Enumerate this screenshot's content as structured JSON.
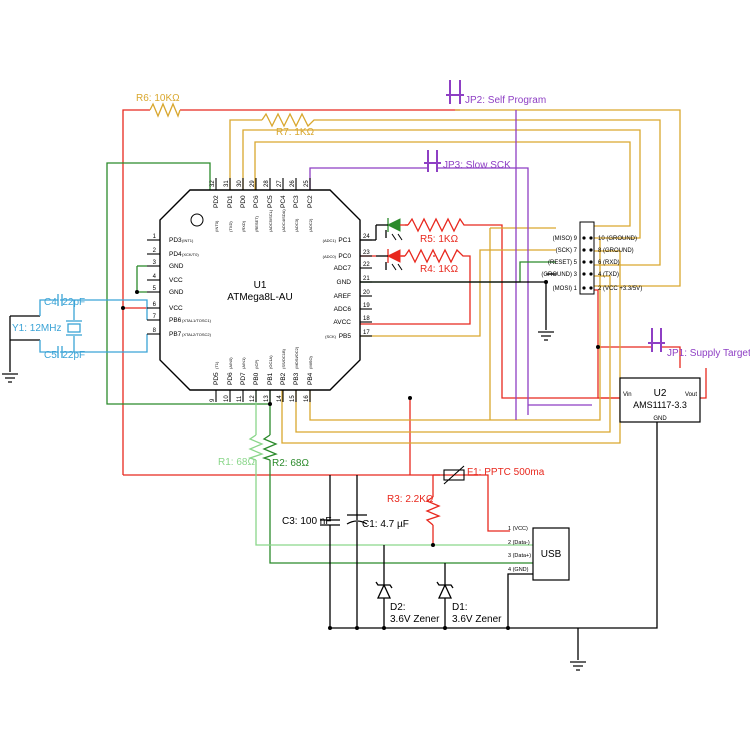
{
  "chip": {
    "ref": "U1",
    "name": "ATMega8L-AU",
    "left_pins": [
      {
        "num": "1",
        "name": "PD3",
        "sub": "(INT1)"
      },
      {
        "num": "2",
        "name": "PD4",
        "sub": "(XCK/T0)"
      },
      {
        "num": "3",
        "name": "GND",
        "sub": ""
      },
      {
        "num": "4",
        "name": "VCC",
        "sub": ""
      },
      {
        "num": "5",
        "name": "GND",
        "sub": ""
      },
      {
        "num": "6",
        "name": "VCC",
        "sub": ""
      },
      {
        "num": "7",
        "name": "PB6",
        "sub": "(XTAL1/TOSC1)"
      },
      {
        "num": "8",
        "name": "PB7",
        "sub": "(XTAL2/TOSC2)"
      }
    ],
    "right_pins": [
      {
        "num": "24",
        "name": "PC1",
        "sub": "(ADC1)"
      },
      {
        "num": "23",
        "name": "PC0",
        "sub": "(ADC0)"
      },
      {
        "num": "22",
        "name": "ADC7",
        "sub": ""
      },
      {
        "num": "21",
        "name": "GND",
        "sub": ""
      },
      {
        "num": "20",
        "name": "AREF",
        "sub": ""
      },
      {
        "num": "19",
        "name": "ADC6",
        "sub": ""
      },
      {
        "num": "18",
        "name": "AVCC",
        "sub": ""
      },
      {
        "num": "17",
        "name": "PB5",
        "sub": "(SCK)"
      }
    ],
    "top_pins": [
      {
        "num": "32",
        "name": "PD2",
        "sub": "(INT0)"
      },
      {
        "num": "31",
        "name": "PD1",
        "sub": "(TXD)"
      },
      {
        "num": "30",
        "name": "PD0",
        "sub": "(RXD)"
      },
      {
        "num": "29",
        "name": "PC6",
        "sub": "(RESET)"
      },
      {
        "num": "28",
        "name": "PC5",
        "sub": "(ADC5/SCL)"
      },
      {
        "num": "27",
        "name": "PC4",
        "sub": "(ADC4/SDA)"
      },
      {
        "num": "26",
        "name": "PC3",
        "sub": "(ADC3)"
      },
      {
        "num": "25",
        "name": "PC2",
        "sub": "(ADC2)"
      }
    ],
    "bottom_pins": [
      {
        "num": "9",
        "name": "PD5",
        "sub": "(T1)"
      },
      {
        "num": "10",
        "name": "PD6",
        "sub": "(AIN0)"
      },
      {
        "num": "11",
        "name": "PD7",
        "sub": "(AIN1)"
      },
      {
        "num": "12",
        "name": "PB0",
        "sub": "(ICP)"
      },
      {
        "num": "13",
        "name": "PB1",
        "sub": "(OC1A)"
      },
      {
        "num": "14",
        "name": "PB2",
        "sub": "(SS/OC1B)"
      },
      {
        "num": "15",
        "name": "PB3",
        "sub": "(MOSI/OC2)"
      },
      {
        "num": "16",
        "name": "PB4",
        "sub": "(MISO)"
      }
    ]
  },
  "header": {
    "left_pins": [
      "(MISO) 9",
      "(SCK) 7",
      "(RESET) 5",
      "(GROUND) 3",
      "(MOSI) 1"
    ],
    "right_pins": [
      "10 (GROUND)",
      "8 (GROUND)",
      "6 (RXD)",
      "4 (TXD)",
      "2 (VCC +3.3/5V)"
    ]
  },
  "labels": {
    "r6": "R6: 10KΩ",
    "jp2": "JP2: Self Program",
    "r7": "R7: 1KΩ",
    "jp3": "JP3: Slow SCK",
    "r5": "R5: 1KΩ",
    "r4": "R4: 1KΩ",
    "c4": "C4: 22pF",
    "y1": "Y1: 12MHz",
    "c5": "C5: 22pF",
    "jp1": "JP1: Supply Target",
    "u2_ref": "U2",
    "u2_name": "AMS1117-3.3",
    "u2_vin": "Vin",
    "u2_vout": "Vout",
    "u2_gnd": "GND",
    "r1": "R1: 68Ω",
    "r2": "R2: 68Ω",
    "f1": "F1: PPTC 500ma",
    "r3": "R3: 2.2KΩ",
    "c3": "C3: 100 nF",
    "c1": "C1: 4.7 µF",
    "d2_a": "D2:",
    "d2_b": "3.6V Zener",
    "d1_a": "D1:",
    "d1_b": "3.6V Zener",
    "usb": "USB",
    "usb_pins": [
      "1 (VCC)",
      "2 (Data-)",
      "3 (Data+)",
      "4 (GND)"
    ]
  },
  "colors": {
    "red": "#e8281e",
    "gold": "#d9a72e",
    "purple": "#8e3fc4",
    "green": "#2b8a2b",
    "light_green": "#8ad68a",
    "cyan": "#3aa3d6",
    "black": "#000000"
  }
}
